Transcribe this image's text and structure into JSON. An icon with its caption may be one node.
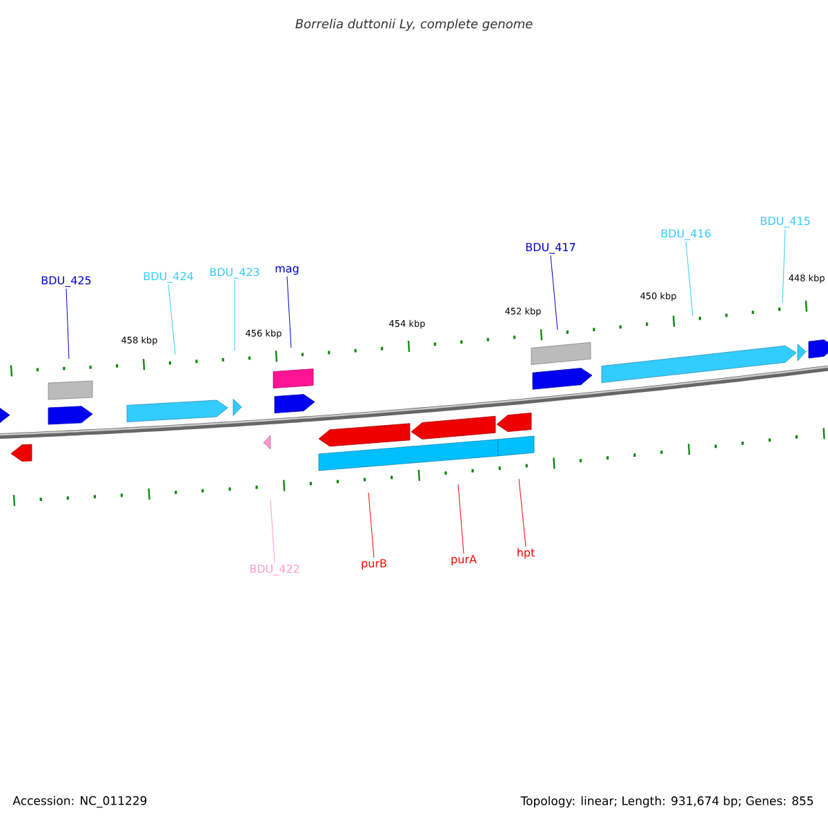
{
  "diagram": {
    "title": "Borrelia duttonii Ly, complete genome",
    "nodes": [
      {
        "text": [
          "BDU_425"
        ]
      },
      {
        "text": [
          "BDU_424"
        ]
      },
      {
        "text": [
          "BDU_423"
        ]
      },
      {
        "text": [
          "mag"
        ]
      },
      {
        "text": [
          "BDU_417"
        ]
      },
      {
        "text": [
          "BDU_416"
        ]
      },
      {
        "text": [
          "BDU_415"
        ]
      },
      {
        "text": [
          "BDU_422"
        ]
      },
      {
        "text": [
          "purB"
        ]
      },
      {
        "text": [
          "purA"
        ]
      },
      {
        "text": [
          "hpt"
        ]
      }
    ],
    "edges": [
      {
        "from": 0,
        "to": null,
        "arrow": "none",
        "color": "#0000cc"
      },
      {
        "from": 1,
        "to": null,
        "arrow": "none",
        "color": "#33ccff"
      },
      {
        "from": 2,
        "to": null,
        "arrow": "none",
        "color": "#33ccff"
      },
      {
        "from": 3,
        "to": null,
        "arrow": "none",
        "color": "#0000cc"
      },
      {
        "from": 4,
        "to": null,
        "arrow": "none",
        "color": "#0000cc"
      },
      {
        "from": 5,
        "to": null,
        "arrow": "none",
        "color": "#33ccff"
      },
      {
        "from": 6,
        "to": null,
        "arrow": "none",
        "color": "#33ccff"
      },
      {
        "from": 7,
        "to": null,
        "arrow": "none",
        "color": "#ff99cc"
      },
      {
        "from": 8,
        "to": null,
        "arrow": "none",
        "color": "#ff0000"
      },
      {
        "from": 9,
        "to": null,
        "arrow": "none",
        "color": "#ff0000"
      },
      {
        "from": 10,
        "to": null,
        "arrow": "none",
        "color": "#ff0000"
      }
    ],
    "labels": [
      "458 kbp",
      "456 kbp",
      "454 kbp",
      "452 kbp",
      "450 kbp",
      "448 kbp",
      "Accession: NC_011229",
      "Topology: linear; Length: 931,674 bp; Genes: 855"
    ]
  }
}
